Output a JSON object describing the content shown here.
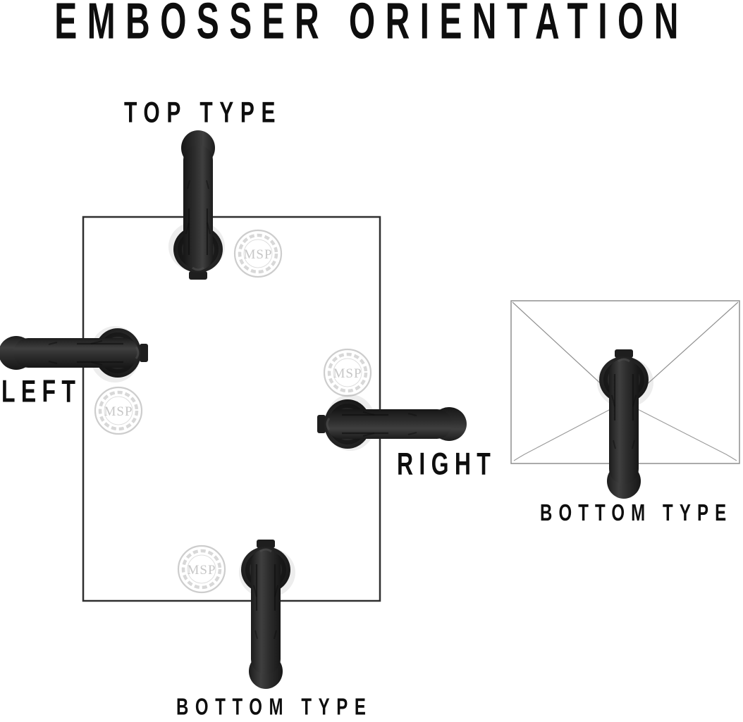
{
  "title": "EMBOSSER ORIENTATION",
  "labels": {
    "top": "TOP TYPE",
    "left": "LEFT",
    "right": "RIGHT",
    "bottom": "BOTTOM TYPE",
    "envelope_bottom": "BOTTOM TYPE"
  },
  "seal": {
    "monogram": "MSP"
  },
  "colors": {
    "text": "#0e0e0e",
    "embosser_dark": "#161616",
    "embosser_mid": "#2e2e2e",
    "embosser_highlight": "#454545",
    "paper_border": "#2f2f2f",
    "envelope_border": "#8f8f8f",
    "seal_gray": "#cdcdcd"
  }
}
